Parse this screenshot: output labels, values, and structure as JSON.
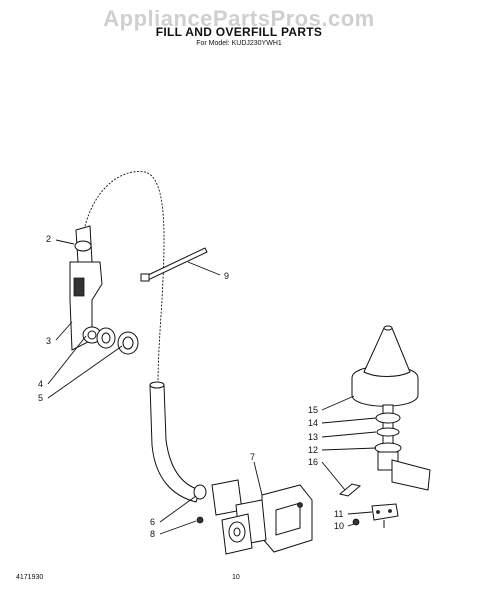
{
  "watermark": "AppliancePartsPros.com",
  "header": {
    "title": "FILL AND OVERFILL PARTS",
    "model_line": "For Model: KUDJ230YWH1"
  },
  "callouts": [
    "2",
    "3",
    "4",
    "5",
    "6",
    "7",
    "8",
    "9",
    "10",
    "11",
    "12",
    "13",
    "14",
    "15",
    "16"
  ],
  "footer": {
    "doc_number": "4171930",
    "page_number": "10"
  }
}
